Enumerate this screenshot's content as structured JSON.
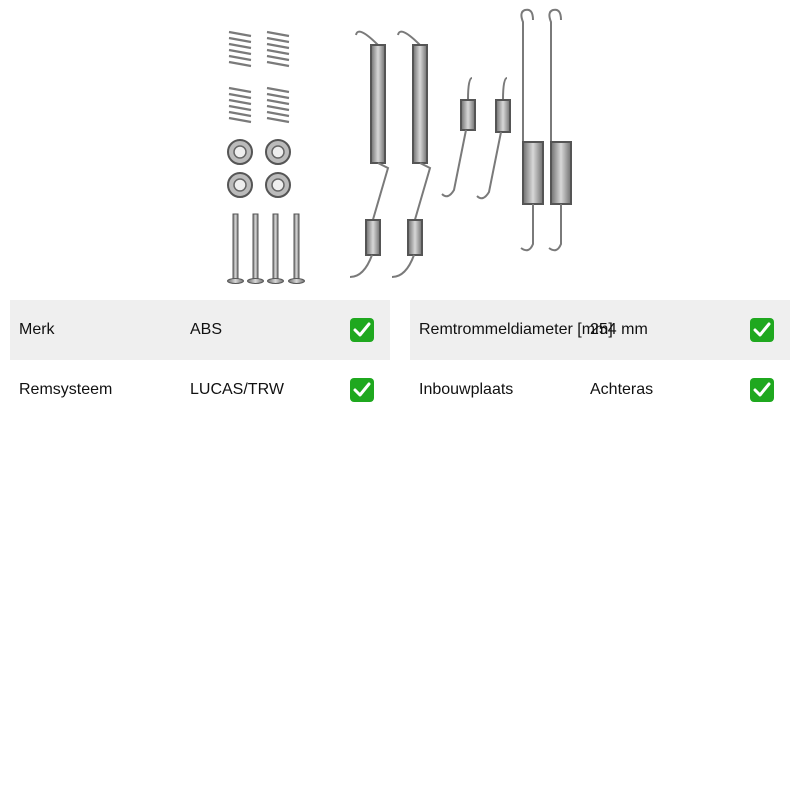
{
  "specs_left": [
    {
      "label": "Merk",
      "value": "ABS",
      "check_icon": "check-mark-icon"
    },
    {
      "label": "Remsysteem",
      "value": "LUCAS/TRW",
      "check_icon": "check-mark-icon"
    }
  ],
  "specs_right": [
    {
      "label": "Remtrommeldiameter [mm]",
      "value": "254 mm",
      "check_icon": "check-mark-icon"
    },
    {
      "label": "Inbouwplaats",
      "value": "Achteras",
      "check_icon": "check-mark-icon"
    }
  ],
  "colors": {
    "row_shade": "#efefef",
    "check_green": "#1fa81f",
    "metal": "#8a8a8a"
  }
}
